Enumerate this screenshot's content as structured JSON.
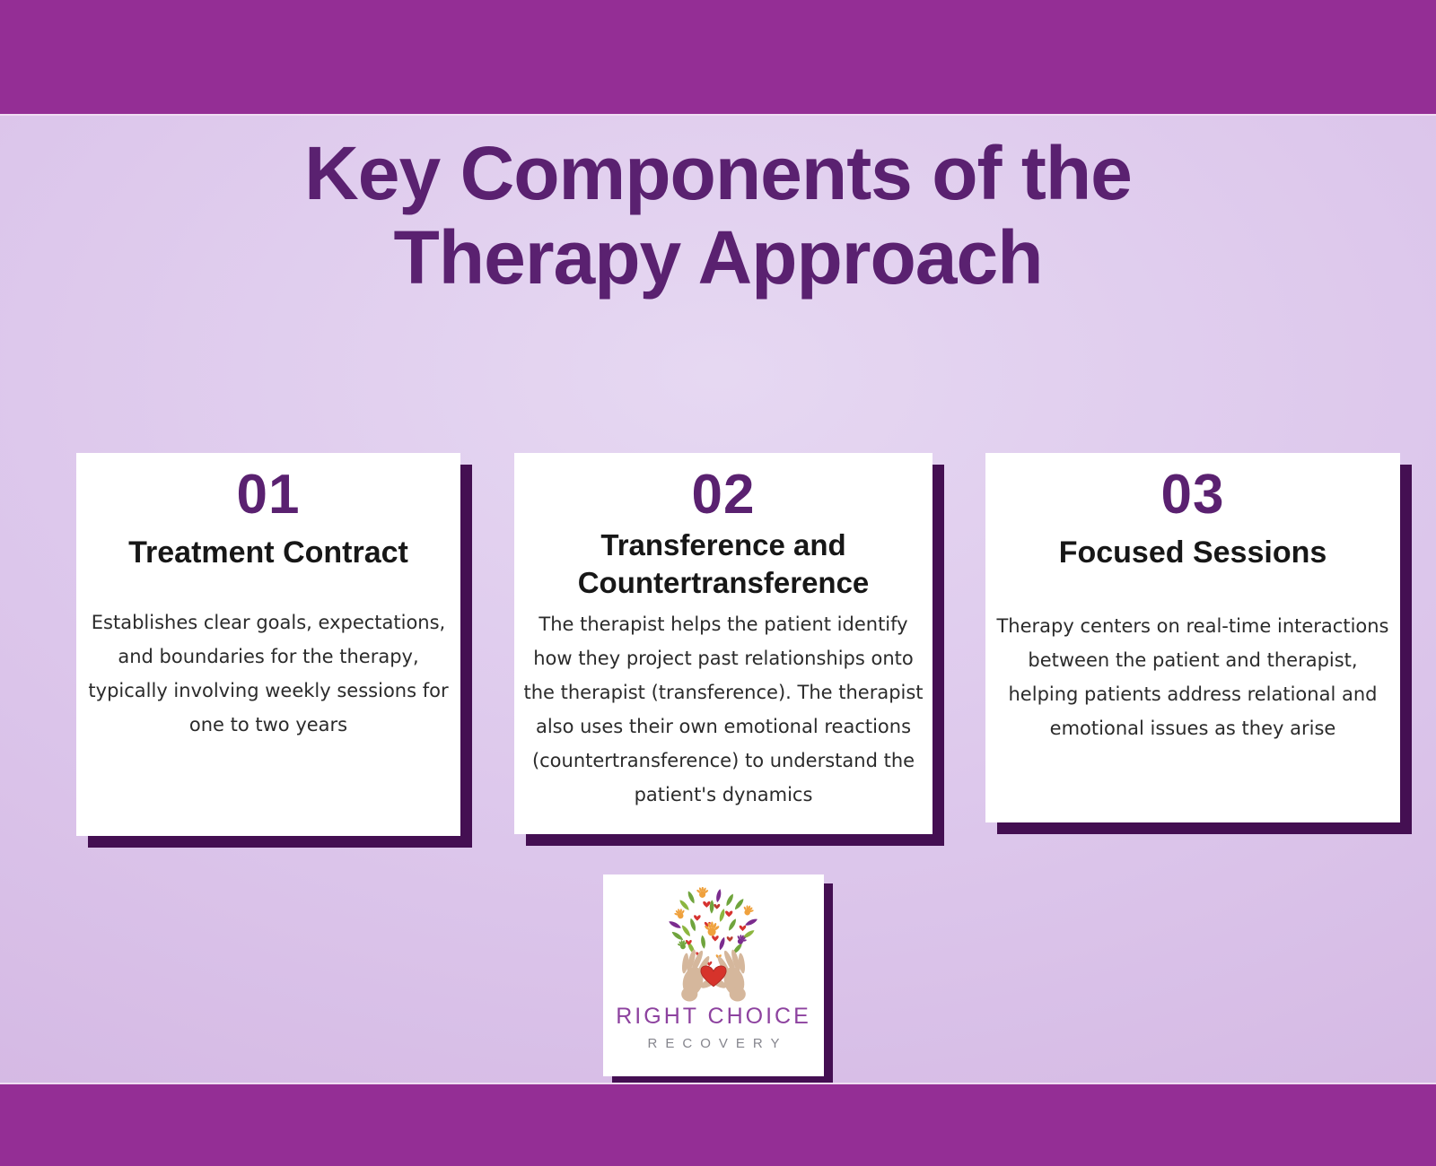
{
  "header": {
    "title_line1": "Key Components of the",
    "title_line2": "Therapy Approach"
  },
  "cards": [
    {
      "number": "01",
      "title": "Treatment Contract",
      "body": "Establishes clear goals, expectations, and boundaries for the therapy, typically involving weekly sessions for one to two years"
    },
    {
      "number": "02",
      "title": "Transference and Countertransference",
      "body": "The therapist helps the patient identify how they project past relationships onto the therapist (transference). The therapist also uses their own emotional reactions (countertransference) to understand the patient's dynamics"
    },
    {
      "number": "03",
      "title": "Focused Sessions",
      "body": "Therapy centers on real-time interactions between the patient and therapist, helping patients address relational and emotional issues as they arise"
    }
  ],
  "logo": {
    "line1": "RIGHT CHOICE",
    "line2": "RECOVERY"
  },
  "colors": {
    "bar_purple": "#942e95",
    "background_lavender": "#dcc6eb",
    "title_purple": "#5a2170",
    "number_purple": "#5a2170",
    "card_shadow_purple": "#440f52",
    "heading_black": "#171717",
    "body_gray": "#2b2b2b",
    "logo_purple": "#8d429f",
    "logo_gray": "#85858d",
    "logo_hand_tan": "#d5b79c",
    "logo_heart_red": "#d6332b",
    "logo_leaf_green": "#6fa43c",
    "logo_leaf_olive": "#8cb63f",
    "logo_leaf_purple": "#7b2c8e",
    "logo_hand_orange": "#efa13d"
  }
}
